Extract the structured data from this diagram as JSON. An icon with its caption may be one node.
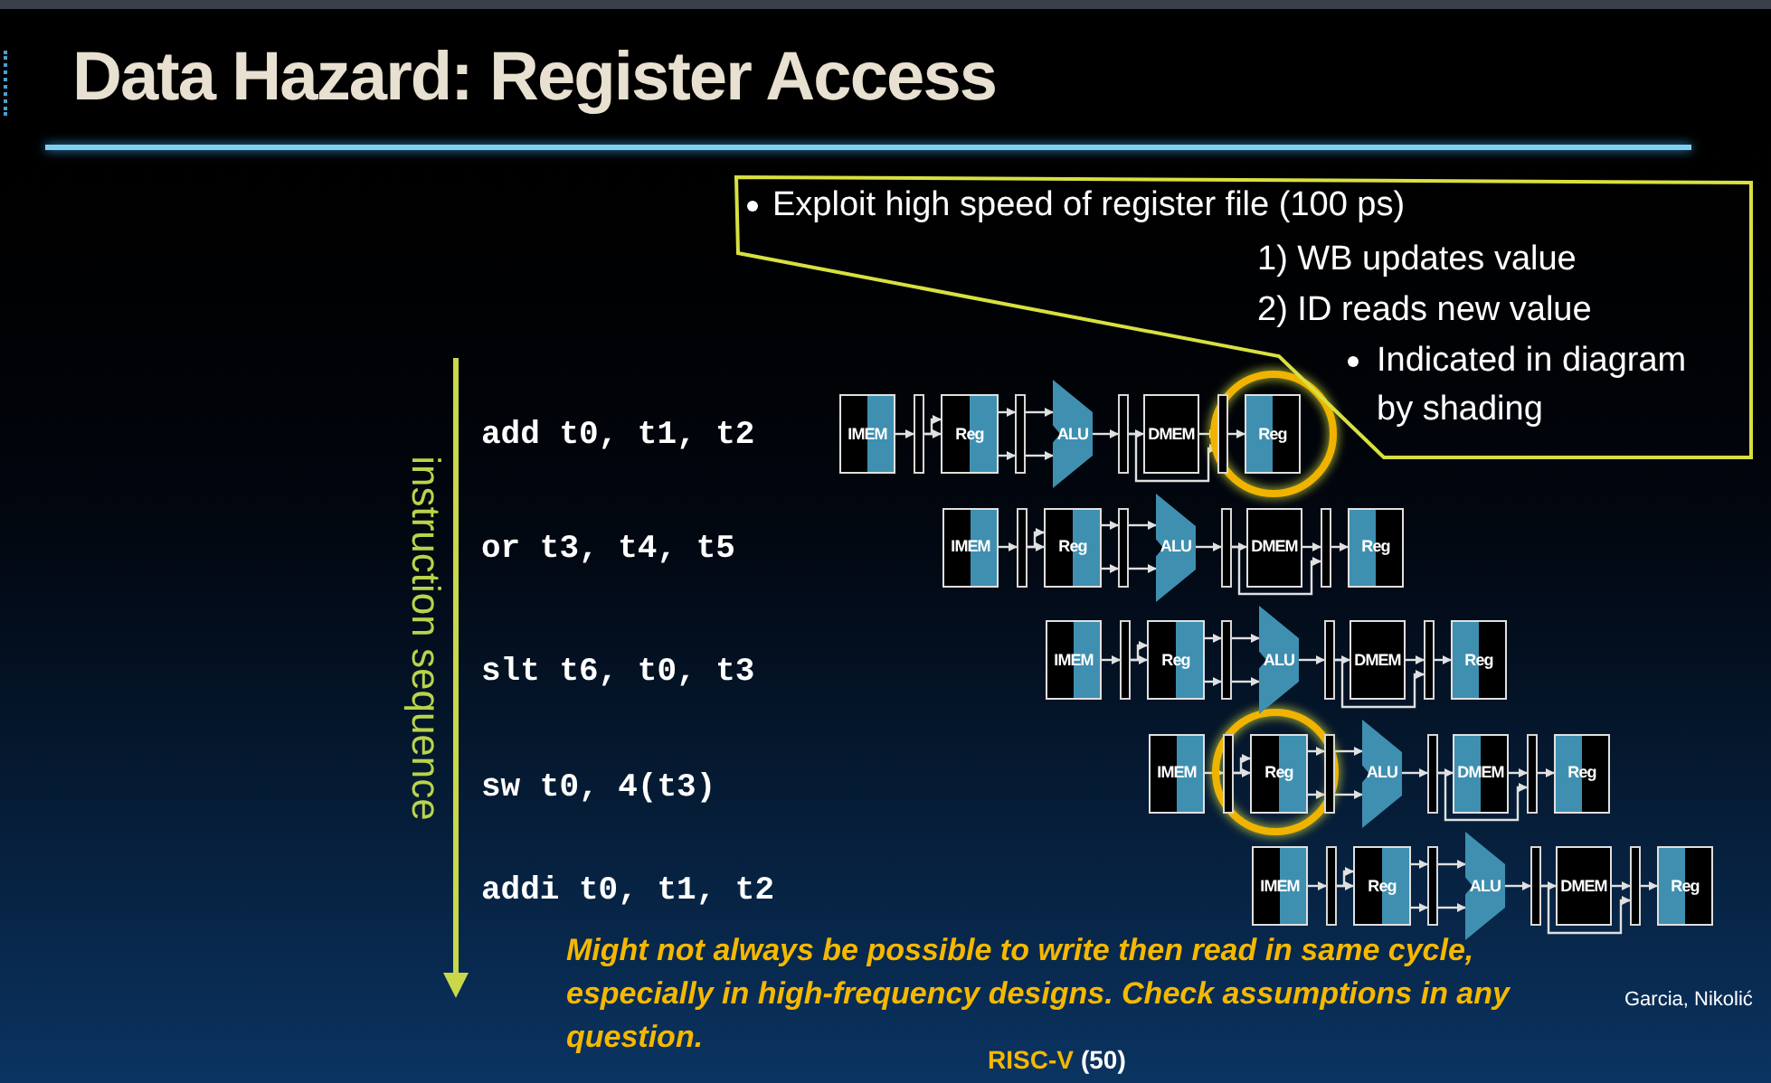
{
  "diagram": {
    "title": "Data Hazard: Register Access",
    "nodes": [
      {
        "text": [
          "Exploit high speed of register file (100 ps)",
          "1) WB updates value",
          "2) ID reads new value",
          "Indicated in diagram by shading"
        ]
      },
      {
        "text": [
          "IMEM"
        ]
      },
      {
        "text": [],
        "shape": "bar"
      },
      {
        "text": [
          "Reg"
        ]
      },
      {
        "text": [],
        "shape": "bar"
      },
      {
        "text": [
          "ALU"
        ]
      },
      {
        "text": [],
        "shape": "bar"
      },
      {
        "text": [
          "DMEM"
        ]
      },
      {
        "text": [],
        "shape": "bar"
      },
      {
        "text": [
          "Reg"
        ]
      },
      {
        "text": [
          "IMEM"
        ]
      },
      {
        "text": [],
        "shape": "bar"
      },
      {
        "text": [
          "Reg"
        ]
      },
      {
        "text": [],
        "shape": "bar"
      },
      {
        "text": [
          "ALU"
        ]
      },
      {
        "text": [],
        "shape": "bar"
      },
      {
        "text": [
          "DMEM"
        ]
      },
      {
        "text": [],
        "shape": "bar"
      },
      {
        "text": [
          "Reg"
        ]
      },
      {
        "text": [
          "IMEM"
        ]
      },
      {
        "text": [],
        "shape": "bar"
      },
      {
        "text": [
          "Reg"
        ]
      },
      {
        "text": [],
        "shape": "bar"
      },
      {
        "text": [
          "ALU"
        ]
      },
      {
        "text": [],
        "shape": "bar"
      },
      {
        "text": [
          "DMEM"
        ]
      },
      {
        "text": [],
        "shape": "bar"
      },
      {
        "text": [
          "Reg"
        ]
      },
      {
        "text": [
          "IMEM"
        ]
      },
      {
        "text": [],
        "shape": "bar"
      },
      {
        "text": [
          "Reg"
        ]
      },
      {
        "text": [],
        "shape": "bar"
      },
      {
        "text": [
          "ALU"
        ]
      },
      {
        "text": [],
        "shape": "bar"
      },
      {
        "text": [
          "DMEM"
        ]
      },
      {
        "text": [],
        "shape": "bar"
      },
      {
        "text": [
          "Reg"
        ]
      },
      {
        "text": [
          "IMEM"
        ]
      },
      {
        "text": [],
        "shape": "bar"
      },
      {
        "text": [
          "Reg"
        ]
      },
      {
        "text": [],
        "shape": "bar"
      },
      {
        "text": [
          "ALU"
        ]
      },
      {
        "text": [],
        "shape": "bar"
      },
      {
        "text": [
          "DMEM"
        ]
      },
      {
        "text": [],
        "shape": "bar"
      },
      {
        "text": [
          "Reg"
        ]
      }
    ],
    "edges": [
      {
        "from": 1,
        "to": 2,
        "arrow": "to"
      },
      {
        "from": 2,
        "to": 3,
        "arrow": "to"
      },
      {
        "from": 2,
        "to": 3,
        "arrow": "to"
      },
      {
        "from": 3,
        "to": 4,
        "arrow": "to"
      },
      {
        "from": 3,
        "to": 4,
        "arrow": "to"
      },
      {
        "from": 4,
        "to": 5,
        "arrow": "to"
      },
      {
        "from": 4,
        "to": 5,
        "arrow": "to"
      },
      {
        "from": 5,
        "to": 6,
        "arrow": "to"
      },
      {
        "from": 6,
        "to": 7,
        "arrow": "to"
      },
      {
        "from": 6,
        "to": 8,
        "arrow": "to"
      },
      {
        "from": 7,
        "to": 8,
        "arrow": "to"
      },
      {
        "from": 8,
        "to": 9,
        "arrow": "to"
      },
      {
        "from": 10,
        "to": 11,
        "arrow": "to"
      },
      {
        "from": 11,
        "to": 12,
        "arrow": "to"
      },
      {
        "from": 11,
        "to": 12,
        "arrow": "to"
      },
      {
        "from": 12,
        "to": 13,
        "arrow": "to"
      },
      {
        "from": 12,
        "to": 13,
        "arrow": "to"
      },
      {
        "from": 13,
        "to": 14,
        "arrow": "to"
      },
      {
        "from": 13,
        "to": 14,
        "arrow": "to"
      },
      {
        "from": 14,
        "to": 15,
        "arrow": "to"
      },
      {
        "from": 15,
        "to": 16,
        "arrow": "to"
      },
      {
        "from": 15,
        "to": 17,
        "arrow": "to"
      },
      {
        "from": 16,
        "to": 17,
        "arrow": "to"
      },
      {
        "from": 17,
        "to": 18,
        "arrow": "to"
      },
      {
        "from": 19,
        "to": 20,
        "arrow": "to"
      },
      {
        "from": 20,
        "to": 21,
        "arrow": "to"
      },
      {
        "from": 20,
        "to": 21,
        "arrow": "to"
      },
      {
        "from": 21,
        "to": 22,
        "arrow": "to"
      },
      {
        "from": 21,
        "to": 22,
        "arrow": "to"
      },
      {
        "from": 22,
        "to": 23,
        "arrow": "to"
      },
      {
        "from": 22,
        "to": 23,
        "arrow": "to"
      },
      {
        "from": 23,
        "to": 24,
        "arrow": "to"
      },
      {
        "from": 24,
        "to": 25,
        "arrow": "to"
      },
      {
        "from": 24,
        "to": 26,
        "arrow": "to"
      },
      {
        "from": 25,
        "to": 26,
        "arrow": "to"
      },
      {
        "from": 26,
        "to": 27,
        "arrow": "to"
      },
      {
        "from": 28,
        "to": 29,
        "arrow": "to"
      },
      {
        "from": 29,
        "to": 30,
        "arrow": "to"
      },
      {
        "from": 29,
        "to": 30,
        "arrow": "to"
      },
      {
        "from": 30,
        "to": 31,
        "arrow": "to"
      },
      {
        "from": 30,
        "to": 31,
        "arrow": "to"
      },
      {
        "from": 31,
        "to": 32,
        "arrow": "to"
      },
      {
        "from": 31,
        "to": 32,
        "arrow": "to"
      },
      {
        "from": 32,
        "to": 33,
        "arrow": "to"
      },
      {
        "from": 33,
        "to": 34,
        "arrow": "to"
      },
      {
        "from": 33,
        "to": 35,
        "arrow": "to"
      },
      {
        "from": 34,
        "to": 35,
        "arrow": "to"
      },
      {
        "from": 35,
        "to": 36,
        "arrow": "to"
      },
      {
        "from": 37,
        "to": 38,
        "arrow": "to"
      },
      {
        "from": 38,
        "to": 39,
        "arrow": "to"
      },
      {
        "from": 38,
        "to": 39,
        "arrow": "to"
      },
      {
        "from": 39,
        "to": 40,
        "arrow": "to"
      },
      {
        "from": 39,
        "to": 40,
        "arrow": "to"
      },
      {
        "from": 40,
        "to": 41,
        "arrow": "to"
      },
      {
        "from": 40,
        "to": 41,
        "arrow": "to"
      },
      {
        "from": 41,
        "to": 42,
        "arrow": "to"
      },
      {
        "from": 42,
        "to": 43,
        "arrow": "to"
      },
      {
        "from": 42,
        "to": 44,
        "arrow": "to"
      },
      {
        "from": 43,
        "to": 44,
        "arrow": "to"
      },
      {
        "from": 44,
        "to": 45,
        "arrow": "to"
      }
    ],
    "labels": [
      "instruction sequence",
      "add t0, t1, t2",
      "or t3, t4, t5",
      "slt t6, t0, t3",
      "sw t0, 4(t3)",
      "addi t0, t1, t2",
      "Might not always be possible to write then read in same cycle, especially in high-frequency designs. Check assumptions in any question.",
      "Garcia, Nikolić",
      "RISC-V",
      "(50)"
    ]
  }
}
